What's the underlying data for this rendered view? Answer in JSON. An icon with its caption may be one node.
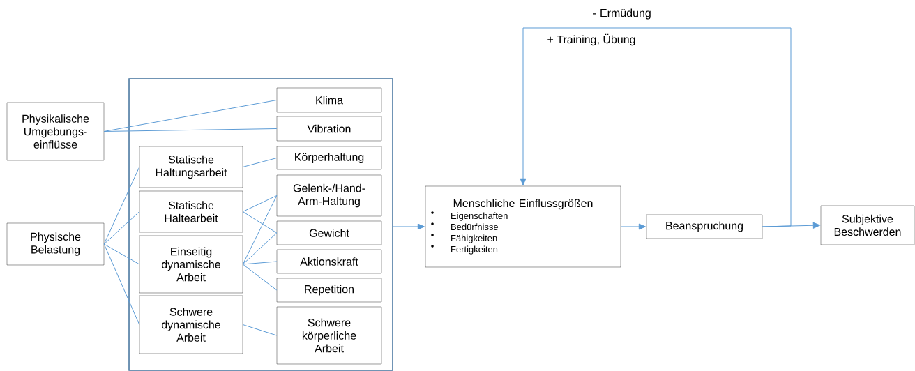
{
  "diagram": {
    "nodes": [
      {
        "text": [
          "Physikalische Umgebungs-einflüsse"
        ]
      },
      {
        "text": [
          "Physische Belastung"
        ]
      },
      {
        "text": [],
        "shape": "box"
      },
      {
        "text": [
          "Statische Haltungsarbeit"
        ],
        "in": 2
      },
      {
        "text": [
          "Statische Haltearbeit"
        ],
        "in": 2
      },
      {
        "text": [
          "Einseitig dynamische Arbeit"
        ],
        "in": 2
      },
      {
        "text": [
          "Schwere dynamische Arbeit"
        ],
        "in": 2
      },
      {
        "text": [
          "Klima"
        ],
        "in": 2
      },
      {
        "text": [
          "Vibration"
        ],
        "in": 2
      },
      {
        "text": [
          "Körperhaltung"
        ],
        "in": 2
      },
      {
        "text": [
          "Gelenk-/Hand-Arm-Haltung"
        ],
        "in": 2
      },
      {
        "text": [
          "Gewicht"
        ],
        "in": 2
      },
      {
        "text": [
          "Aktionskraft"
        ],
        "in": 2
      },
      {
        "text": [
          "Repetition"
        ],
        "in": 2
      },
      {
        "text": [
          "Schwere körperliche Arbeit"
        ],
        "in": 2
      },
      {
        "text": [
          "Menschliche Einflussgrößen",
          "Eigenschaften",
          "Bedürfnisse",
          "Fähigkeiten",
          "Fertigkeiten"
        ]
      },
      {
        "text": [
          "Beanspruchung"
        ]
      },
      {
        "text": [
          "Subjektive Beschwerden"
        ]
      }
    ],
    "edges": [
      {
        "from": 0,
        "to": 7,
        "arrow": "none"
      },
      {
        "from": 0,
        "to": 8,
        "arrow": "none"
      },
      {
        "from": 1,
        "to": 3,
        "arrow": "none"
      },
      {
        "from": 1,
        "to": 4,
        "arrow": "none"
      },
      {
        "from": 1,
        "to": 5,
        "arrow": "none"
      },
      {
        "from": 1,
        "to": 6,
        "arrow": "none"
      },
      {
        "from": 3,
        "to": 9,
        "arrow": "none"
      },
      {
        "from": 4,
        "to": 10,
        "arrow": "none"
      },
      {
        "from": 4,
        "to": 11,
        "arrow": "none"
      },
      {
        "from": 5,
        "to": 10,
        "arrow": "none"
      },
      {
        "from": 5,
        "to": 11,
        "arrow": "none"
      },
      {
        "from": 5,
        "to": 12,
        "arrow": "none"
      },
      {
        "from": 5,
        "to": 13,
        "arrow": "none"
      },
      {
        "from": 6,
        "to": 14,
        "arrow": "none"
      },
      {
        "from": 2,
        "to": 15,
        "arrow": "to"
      },
      {
        "from": 15,
        "to": 16,
        "arrow": "to"
      },
      {
        "from": 16,
        "to": 17,
        "arrow": "to"
      },
      {
        "from": 16,
        "to": 15,
        "arrow": "to",
        "label": "- Ermüdung"
      }
    ],
    "labels": [
      "+ Training, Übung"
    ]
  }
}
